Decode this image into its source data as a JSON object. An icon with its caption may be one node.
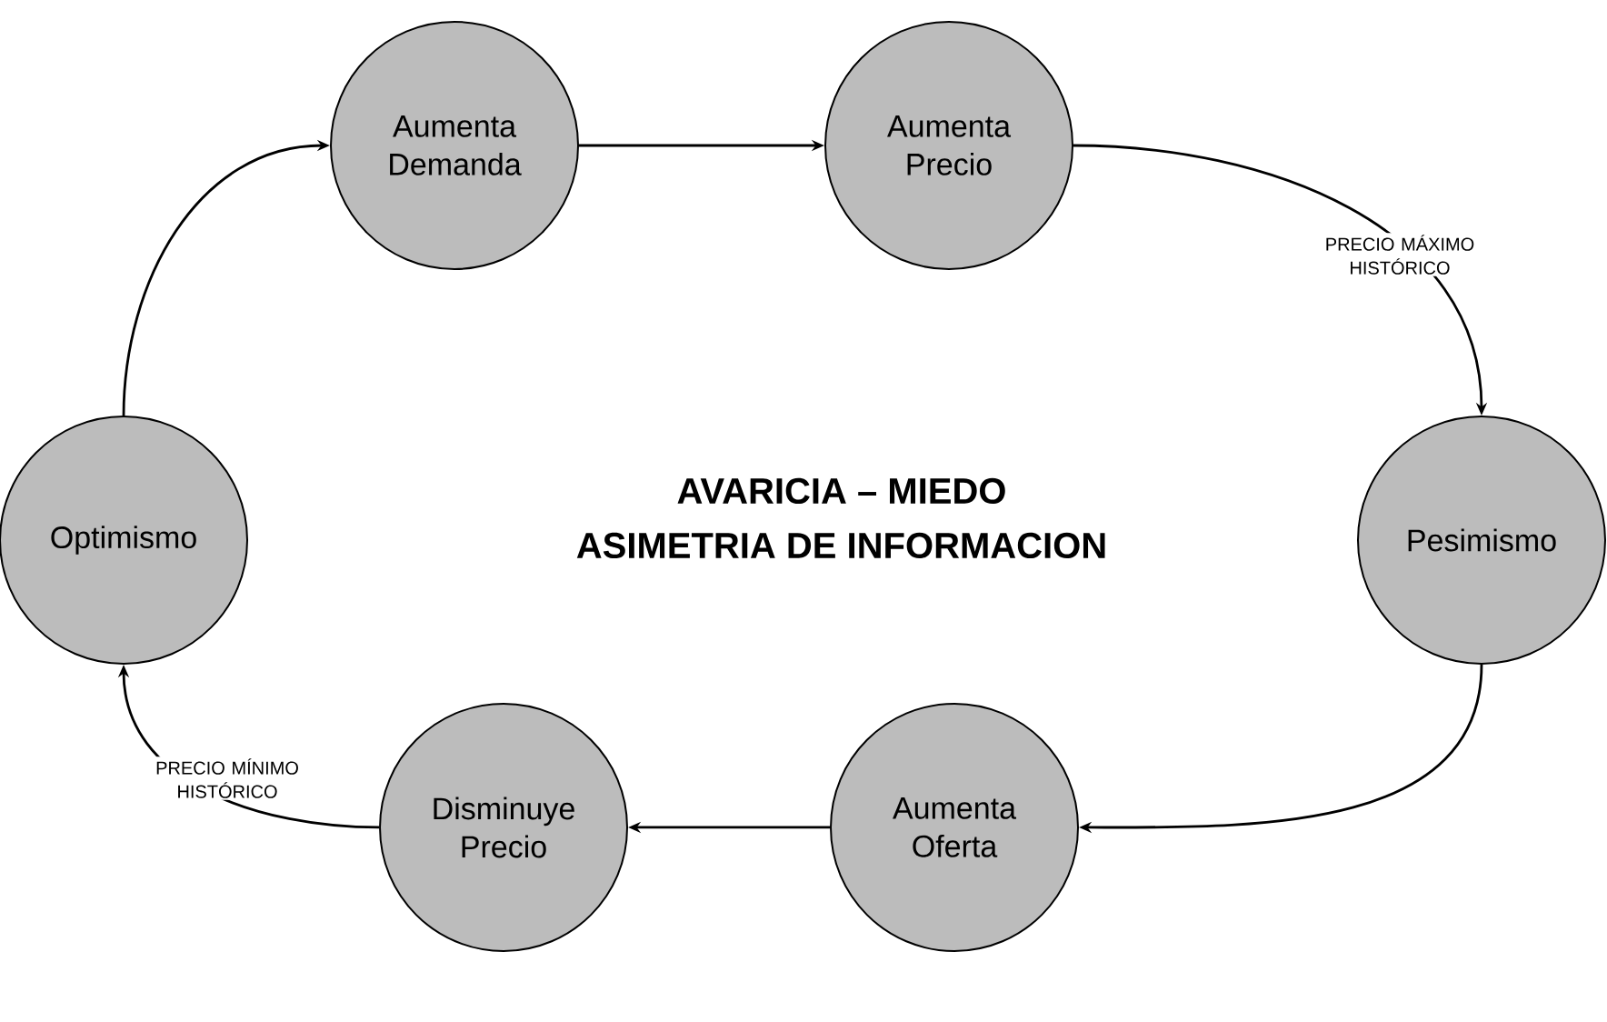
{
  "diagram": {
    "nodes": [
      {
        "text": [
          "Aumenta Demanda"
        ]
      },
      {
        "text": [
          "Aumenta Precio"
        ]
      },
      {
        "text": [
          "Optimismo"
        ]
      },
      {
        "text": [
          "Pesimismo"
        ]
      },
      {
        "text": [
          "Disminuye Precio"
        ]
      },
      {
        "text": [
          "Aumenta Oferta"
        ]
      }
    ],
    "edges": [
      {
        "from": 2,
        "to": 0,
        "arrow": "to"
      },
      {
        "from": 0,
        "to": 1,
        "arrow": "to"
      },
      {
        "from": 1,
        "to": 3,
        "arrow": "to",
        "label": "PRECIO MÁXIMO HISTÓRICO"
      },
      {
        "from": 3,
        "to": 5,
        "arrow": "to"
      },
      {
        "from": 5,
        "to": 4,
        "arrow": "to"
      },
      {
        "from": 4,
        "to": 2,
        "arrow": "to",
        "label": "PRECIO MÍNIMO HISTÓRICO"
      }
    ],
    "labels": [
      "AVARICIA – MIEDO",
      "ASIMETRIA DE INFORMACION"
    ]
  }
}
